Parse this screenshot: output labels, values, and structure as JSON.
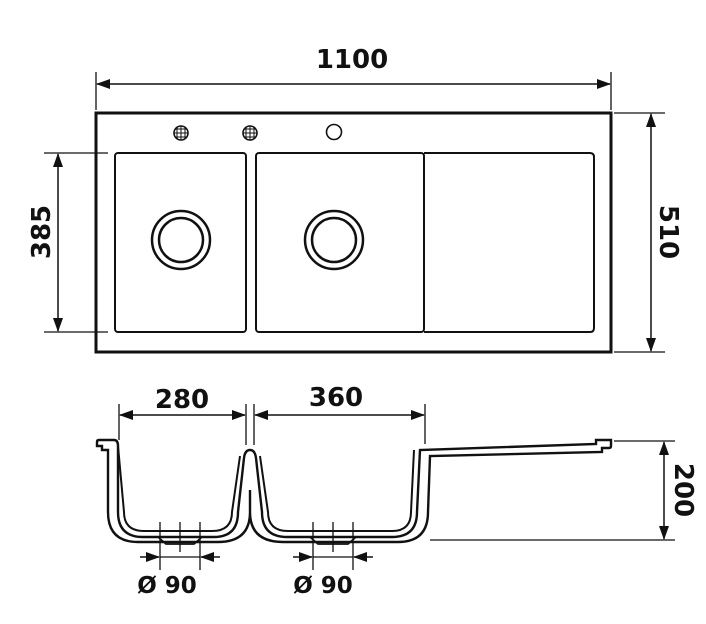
{
  "dimensions": {
    "overall_width": "1100",
    "overall_depth": "510",
    "bowl_length": "385",
    "bowl1_width": "280",
    "bowl2_width": "360",
    "bowl_depth": "200",
    "waste1_diameter": "Ø 90",
    "waste2_diameter": "Ø 90"
  },
  "colors": {
    "line": "#111111",
    "background": "#ffffff"
  }
}
